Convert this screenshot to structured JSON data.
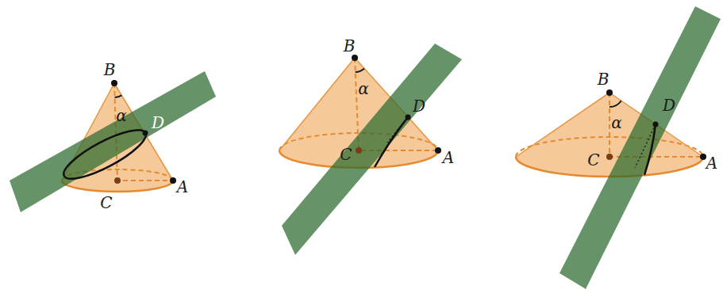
{
  "diagram": {
    "labels": [
      "B",
      "α",
      "D",
      "C",
      "A",
      "B",
      "α",
      "D",
      "C",
      "A",
      "B",
      "α",
      "D",
      "C",
      "A"
    ]
  }
}
